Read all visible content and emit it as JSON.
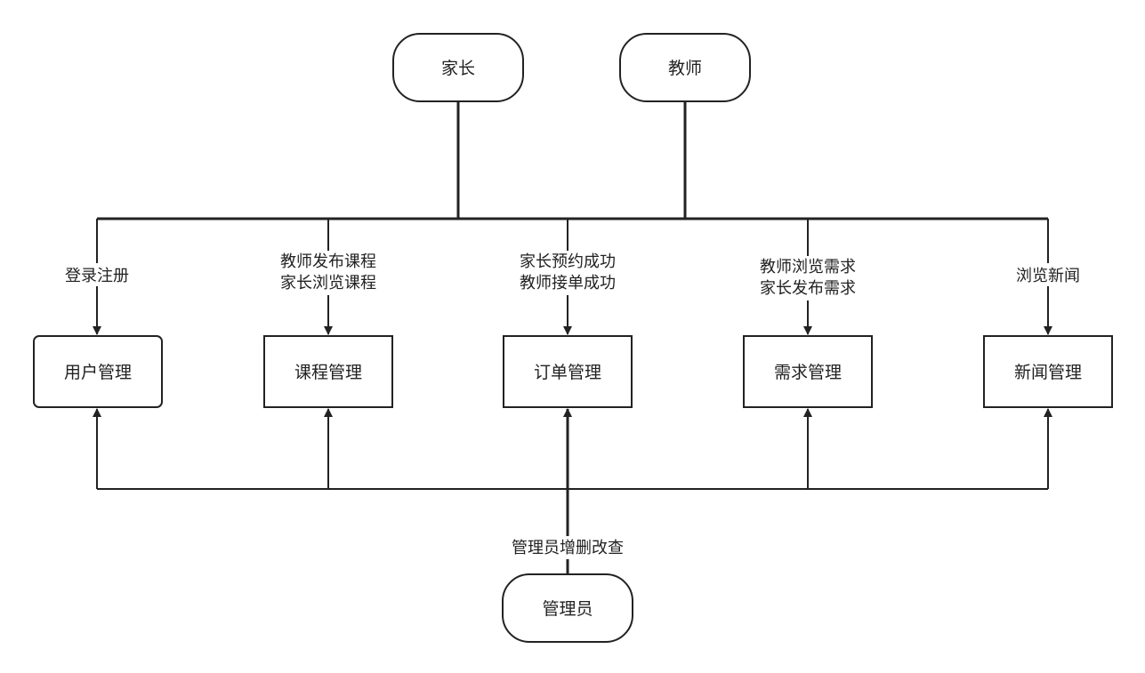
{
  "actors": {
    "parent": "家长",
    "teacher": "教师",
    "admin": "管理员"
  },
  "modules": {
    "user": "用户管理",
    "course": "课程管理",
    "order": "订单管理",
    "demand": "需求管理",
    "news": "新闻管理"
  },
  "edges": {
    "user": [
      "登录注册"
    ],
    "course": [
      "教师发布课程",
      "家长浏览课程"
    ],
    "order": [
      "家长预约成功",
      "教师接单成功"
    ],
    "demand": [
      "教师浏览需求",
      "家长发布需求"
    ],
    "news": [
      "浏览新闻"
    ],
    "admin": "管理员增删改查"
  }
}
